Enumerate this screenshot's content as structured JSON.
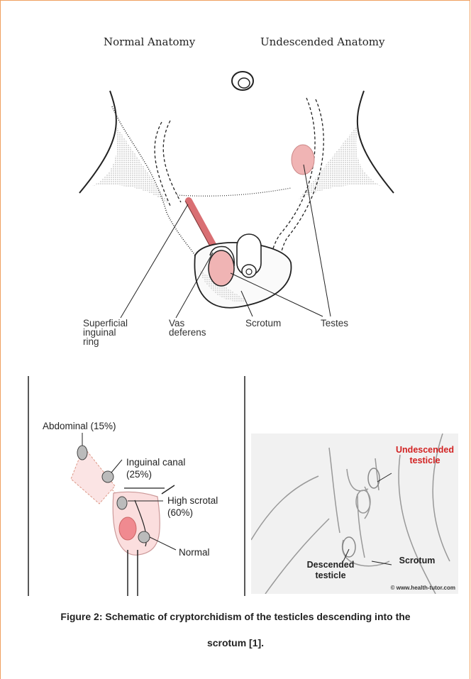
{
  "top_figure": {
    "header_left": "Normal Anatomy",
    "header_right": "Undescended Anatomy",
    "labels": {
      "superficial_inguinal_ring": "Superficial\ninguinal\nring",
      "vas_deferens": "Vas\ndeferens",
      "scrotum": "Scrotum",
      "testes": "Testes"
    }
  },
  "bottom_left_figure": {
    "labels": {
      "abdominal": "Abdominal (15%)",
      "inguinal_canal": "Inguinal canal\n(25%)",
      "high_scrotal": "High scrotal\n(60%)",
      "normal": "Normal"
    }
  },
  "bottom_right_figure": {
    "labels": {
      "undescended": "Undescended\ntesticle",
      "descended": "Descended\ntesticle",
      "scrotum": "Scrotum"
    },
    "credit": "© www.health-tutor.com"
  },
  "caption": {
    "line1": "Figure 2: Schematic of cryptorchidism of the testicles descending into the",
    "line2": "scrotum [1]."
  },
  "colors": {
    "pink": "#f0b4b4",
    "pink_dark": "#d96f73",
    "red_label": "#d22222",
    "frame": "#f0a060"
  }
}
